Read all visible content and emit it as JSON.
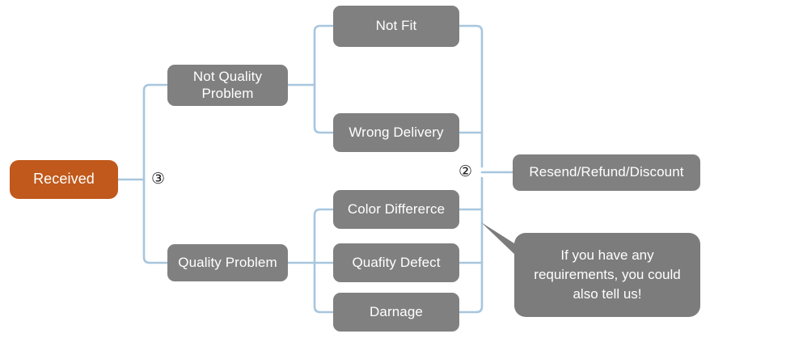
{
  "diagram": {
    "title": "Received order issue handling flowchart",
    "colors": {
      "start_node": "#C0591B",
      "node": "#808080",
      "callout": "#7C7C7C",
      "connector": "#A7C6DE",
      "node_text": "#FFFFFF",
      "background": "#FFFFFF",
      "marker_text": "#1A1A1A"
    },
    "nodes": [
      {
        "id": "received",
        "label": "Received",
        "type": "start"
      },
      {
        "id": "not-quality-problem",
        "label": "Not Quality\nProblem",
        "type": "category"
      },
      {
        "id": "quality-problem",
        "label": "Quality Problem",
        "type": "category"
      },
      {
        "id": "not-fit",
        "label": "Not Fit",
        "type": "reason"
      },
      {
        "id": "wrong-delivery",
        "label": "Wrong Delivery",
        "type": "reason"
      },
      {
        "id": "color-differerce",
        "label": "Color Differerce",
        "type": "reason"
      },
      {
        "id": "quafity-defect",
        "label": "Quafity Defect",
        "type": "reason"
      },
      {
        "id": "darnage",
        "label": "Darnage",
        "type": "reason"
      },
      {
        "id": "resolution",
        "label": "Resend/Refund/Discount",
        "type": "resolution"
      }
    ],
    "callout": {
      "id": "requirements-callout",
      "text": "If you have any\nrequirements, you could\nalso tell us!"
    },
    "markers": [
      {
        "id": "marker-3",
        "label": "③"
      },
      {
        "id": "marker-2",
        "label": "②"
      }
    ],
    "edges": [
      {
        "from": "received",
        "to": "not-quality-problem"
      },
      {
        "from": "received",
        "to": "quality-problem"
      },
      {
        "from": "not-quality-problem",
        "to": "not-fit"
      },
      {
        "from": "not-quality-problem",
        "to": "wrong-delivery"
      },
      {
        "from": "quality-problem",
        "to": "color-differerce"
      },
      {
        "from": "quality-problem",
        "to": "quafity-defect"
      },
      {
        "from": "quality-problem",
        "to": "darnage"
      },
      {
        "from": "not-fit",
        "to": "resolution"
      },
      {
        "from": "wrong-delivery",
        "to": "resolution"
      },
      {
        "from": "color-differerce",
        "to": "resolution"
      },
      {
        "from": "quafity-defect",
        "to": "resolution"
      },
      {
        "from": "darnage",
        "to": "resolution"
      }
    ]
  }
}
